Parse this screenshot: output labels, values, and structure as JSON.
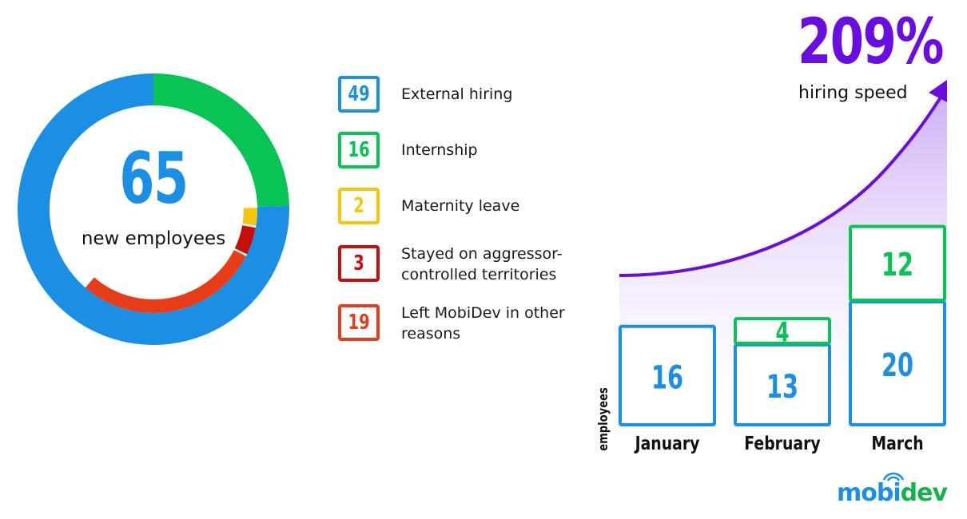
{
  "chart_data": [
    {
      "type": "pie",
      "center_value": "65",
      "center_caption": "new employees",
      "slices": [
        {
          "label": "External hiring",
          "value": 49,
          "color": "#1a8fe3"
        },
        {
          "label": "Internship",
          "value": 16,
          "color": "#08c455"
        },
        {
          "label": "Maternity leave",
          "value": 2,
          "color": "#f3c80c"
        },
        {
          "label": "Stayed on aggressor-controlled territories",
          "value": 3,
          "color": "#c80d0d"
        },
        {
          "label": "Left MobiDev in other reasons",
          "value": 19,
          "color": "#e63c17"
        }
      ],
      "legend": [
        {
          "value": "49",
          "label": "External hiring",
          "color": "#1a8fe3"
        },
        {
          "value": "16",
          "label": "Internship",
          "color": "#08c455"
        },
        {
          "value": "2",
          "label": "Maternity leave",
          "color": "#f3c80c"
        },
        {
          "value": "3",
          "label": "Stayed on aggressor-controlled territories",
          "color": "#c80d0d"
        },
        {
          "value": "19",
          "label": "Left MobiDev in other reasons",
          "color": "#e63c17"
        }
      ]
    },
    {
      "type": "bar",
      "stacked": true,
      "headline_value": "209%",
      "headline_caption": "hiring speed",
      "ylabel": "employees",
      "categories": [
        "January",
        "February",
        "March"
      ],
      "series": [
        {
          "values": [
            16,
            13,
            20
          ],
          "color": "#1a8fe3"
        },
        {
          "values": [
            0,
            4,
            12
          ],
          "color": "#08c455"
        }
      ]
    }
  ],
  "brand": {
    "name_part1": "mobi",
    "name_part2": "dev"
  },
  "colors": {
    "headline": "#6a0de0",
    "trend_fill": "#c9a8f5"
  }
}
